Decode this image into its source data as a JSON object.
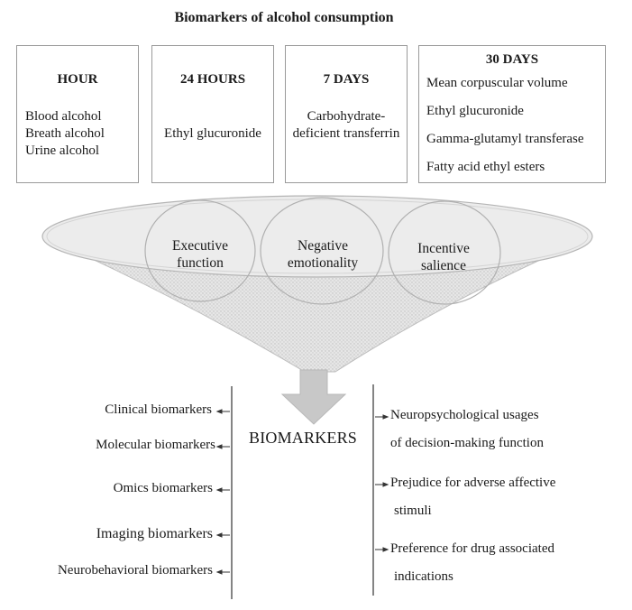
{
  "title": "Biomarkers of alcohol consumption",
  "boxes": [
    {
      "heading": "HOUR",
      "lines": [
        "Blood alcohol",
        "Breath alcohol",
        "Urine alcohol"
      ]
    },
    {
      "heading": "24 HOURS",
      "lines": [
        "Ethyl glucuronide"
      ]
    },
    {
      "heading": "7 DAYS",
      "lines": [
        "Carbohydrate-",
        "deficient transferrin"
      ]
    },
    {
      "heading": "30 DAYS",
      "lines": [
        "Mean corpuscular volume",
        "Ethyl glucuronide",
        "Gamma-glutamyl transferase",
        "Fatty acid ethyl esters"
      ]
    }
  ],
  "circles": [
    {
      "lines": [
        "Executive",
        "function"
      ]
    },
    {
      "lines": [
        "Negative",
        "emotionality"
      ]
    },
    {
      "lines": [
        "Incentive",
        "salience"
      ]
    }
  ],
  "center_label": "BIOMARKERS",
  "left_items": [
    "Clinical biomarkers",
    "Molecular biomarkers",
    "Omics biomarkers",
    "Imaging biomarkers",
    "Neurobehavioral biomarkers"
  ],
  "right_items": [
    [
      "Neuropsychological usages",
      "of decision-making function"
    ],
    [
      "Prejudice for adverse affective",
      "stimuli"
    ],
    [
      "Preference for drug associated",
      "indications"
    ]
  ],
  "colors": {
    "border": "#9a9a9a",
    "funnel_fill": "#d9d9d9",
    "arrow": "#c8c8c8",
    "line": "#333333"
  }
}
